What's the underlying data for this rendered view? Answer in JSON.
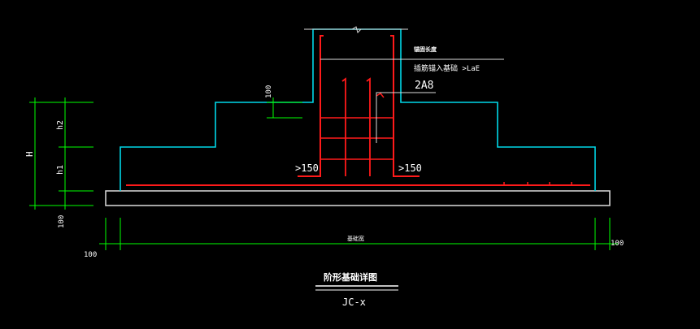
{
  "colors": {
    "background": "#000000",
    "outline": "#00d8e8",
    "rebar": "#ff1a1a",
    "dimension": "#00ff00",
    "text": "#ffffff",
    "base_slab": "#dcdcdc"
  },
  "annotations": {
    "top_note_1": "锚固长度",
    "top_note_2": "插筋锚入基础 >LaE",
    "stirrup": "2A8",
    "cover_100": "100",
    "min_left": ">150",
    "min_right": ">150"
  },
  "dimensions": {
    "total_height": "H",
    "h2": "h2",
    "h1": "h1",
    "cushion_left": "100",
    "cushion_bottom_left": "100",
    "cushion_bottom_right": "100",
    "width": "基础宽"
  },
  "title": {
    "name": "阶形基础详图",
    "code": "JC-x"
  }
}
